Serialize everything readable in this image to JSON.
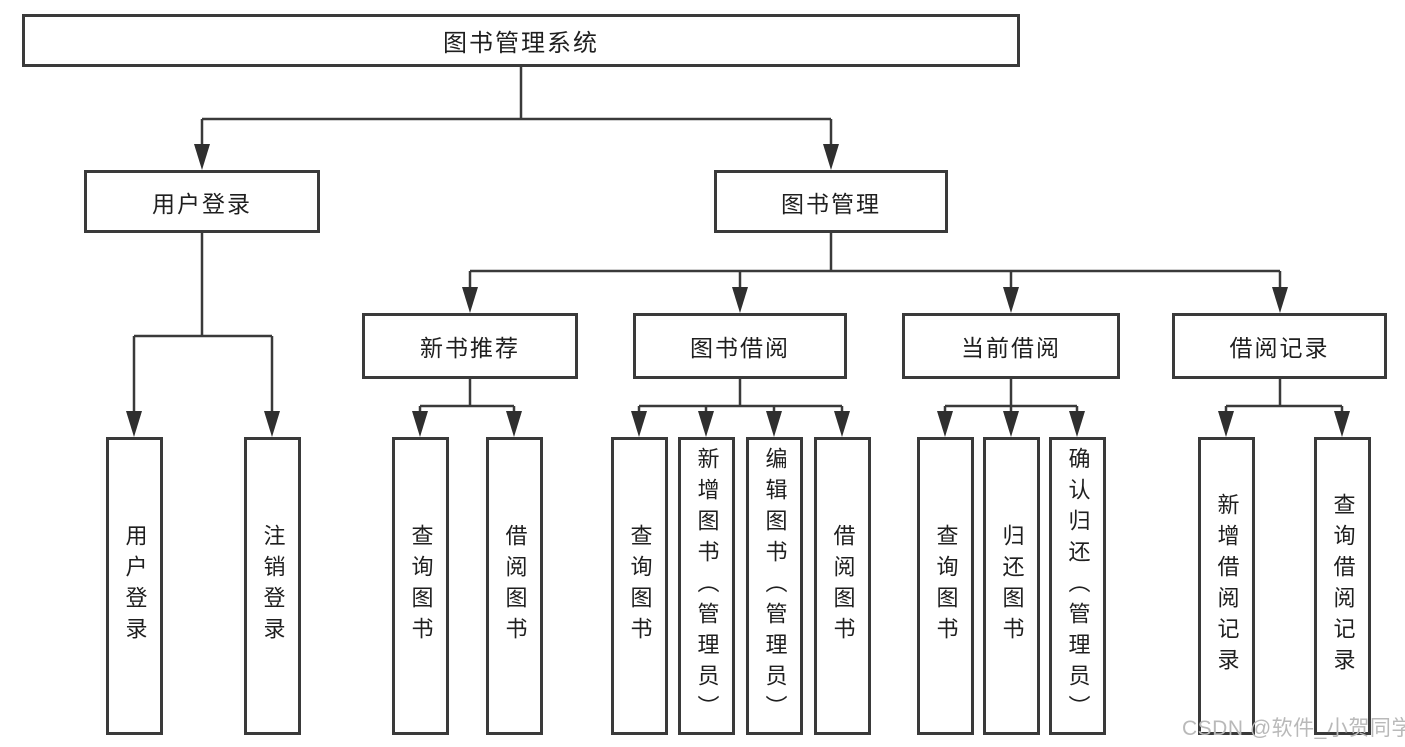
{
  "diagram": {
    "type": "hierarchy-tree",
    "root": {
      "label": "图书管理系统"
    },
    "level2": [
      {
        "label": "用户登录",
        "parent": "图书管理系统"
      },
      {
        "label": "图书管理",
        "parent": "图书管理系统"
      }
    ],
    "level3": [
      {
        "label": "新书推荐",
        "parent": "图书管理"
      },
      {
        "label": "图书借阅",
        "parent": "图书管理"
      },
      {
        "label": "当前借阅",
        "parent": "图书管理"
      },
      {
        "label": "借阅记录",
        "parent": "图书管理"
      }
    ],
    "leaves": [
      {
        "label": "用户登录",
        "parent": "用户登录"
      },
      {
        "label": "注销登录",
        "parent": "用户登录"
      },
      {
        "label": "查询图书",
        "parent": "新书推荐"
      },
      {
        "label": "借阅图书",
        "parent": "新书推荐"
      },
      {
        "label": "查询图书",
        "parent": "图书借阅"
      },
      {
        "label": "新增图书（管理员）",
        "parent": "图书借阅"
      },
      {
        "label": "编辑图书（管理员）",
        "parent": "图书借阅"
      },
      {
        "label": "借阅图书",
        "parent": "图书借阅"
      },
      {
        "label": "查询图书",
        "parent": "当前借阅"
      },
      {
        "label": "归还图书",
        "parent": "当前借阅"
      },
      {
        "label": "确认归还（管理员）",
        "parent": "当前借阅"
      },
      {
        "label": "新增借阅记录",
        "parent": "借阅记录"
      },
      {
        "label": "查询借阅记录",
        "parent": "借阅记录"
      }
    ],
    "colors": {
      "line": "#3a3a3a",
      "arrow_fill": "#2f2f2f",
      "text": "#1f1f1f",
      "background": "#ffffff",
      "watermark": "#b9b9b9"
    }
  },
  "watermark": {
    "text": "CSDN @软件_小贺同学"
  }
}
